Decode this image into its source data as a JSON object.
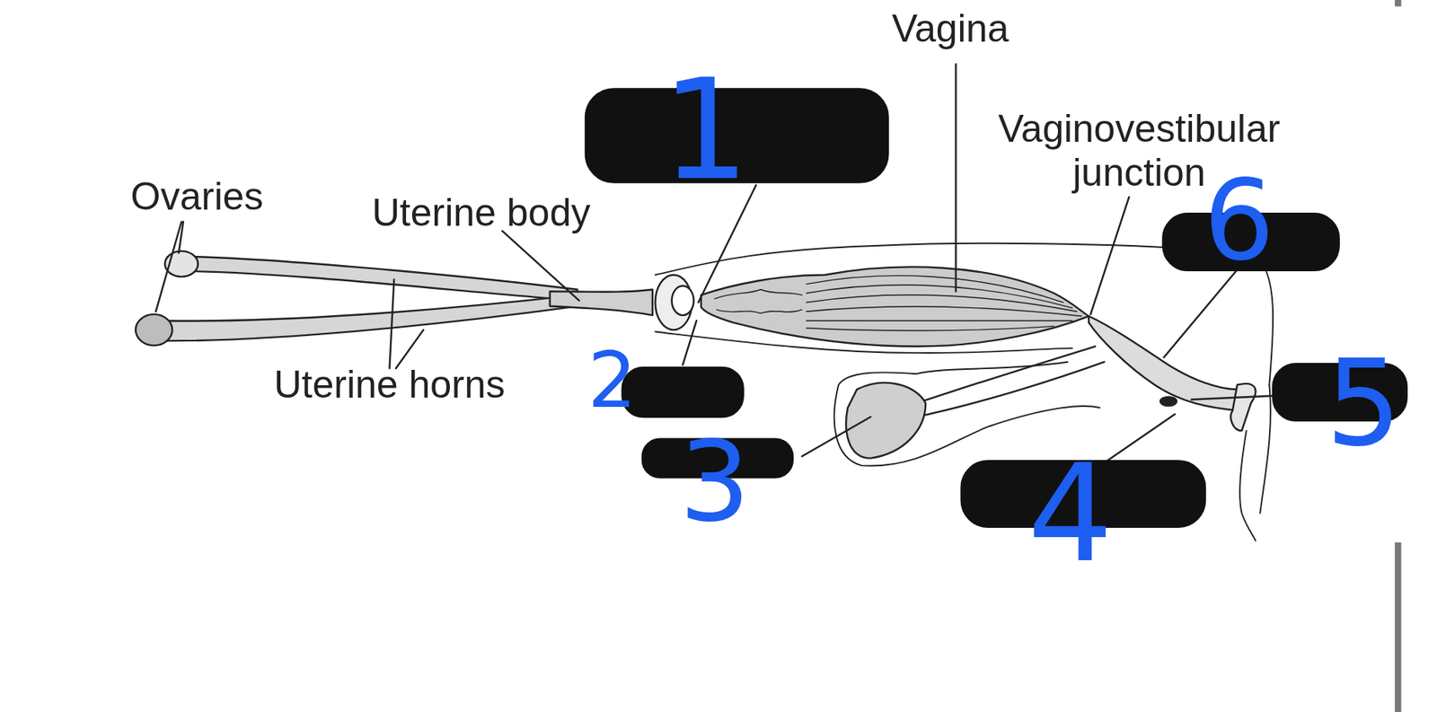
{
  "diagram": {
    "labels": [
      "Vagina",
      "Vaginovestibular junction",
      "Ovaries",
      "Uterine body",
      "Uterine horns",
      "1",
      "2",
      "3",
      "4",
      "5",
      "6"
    ]
  }
}
